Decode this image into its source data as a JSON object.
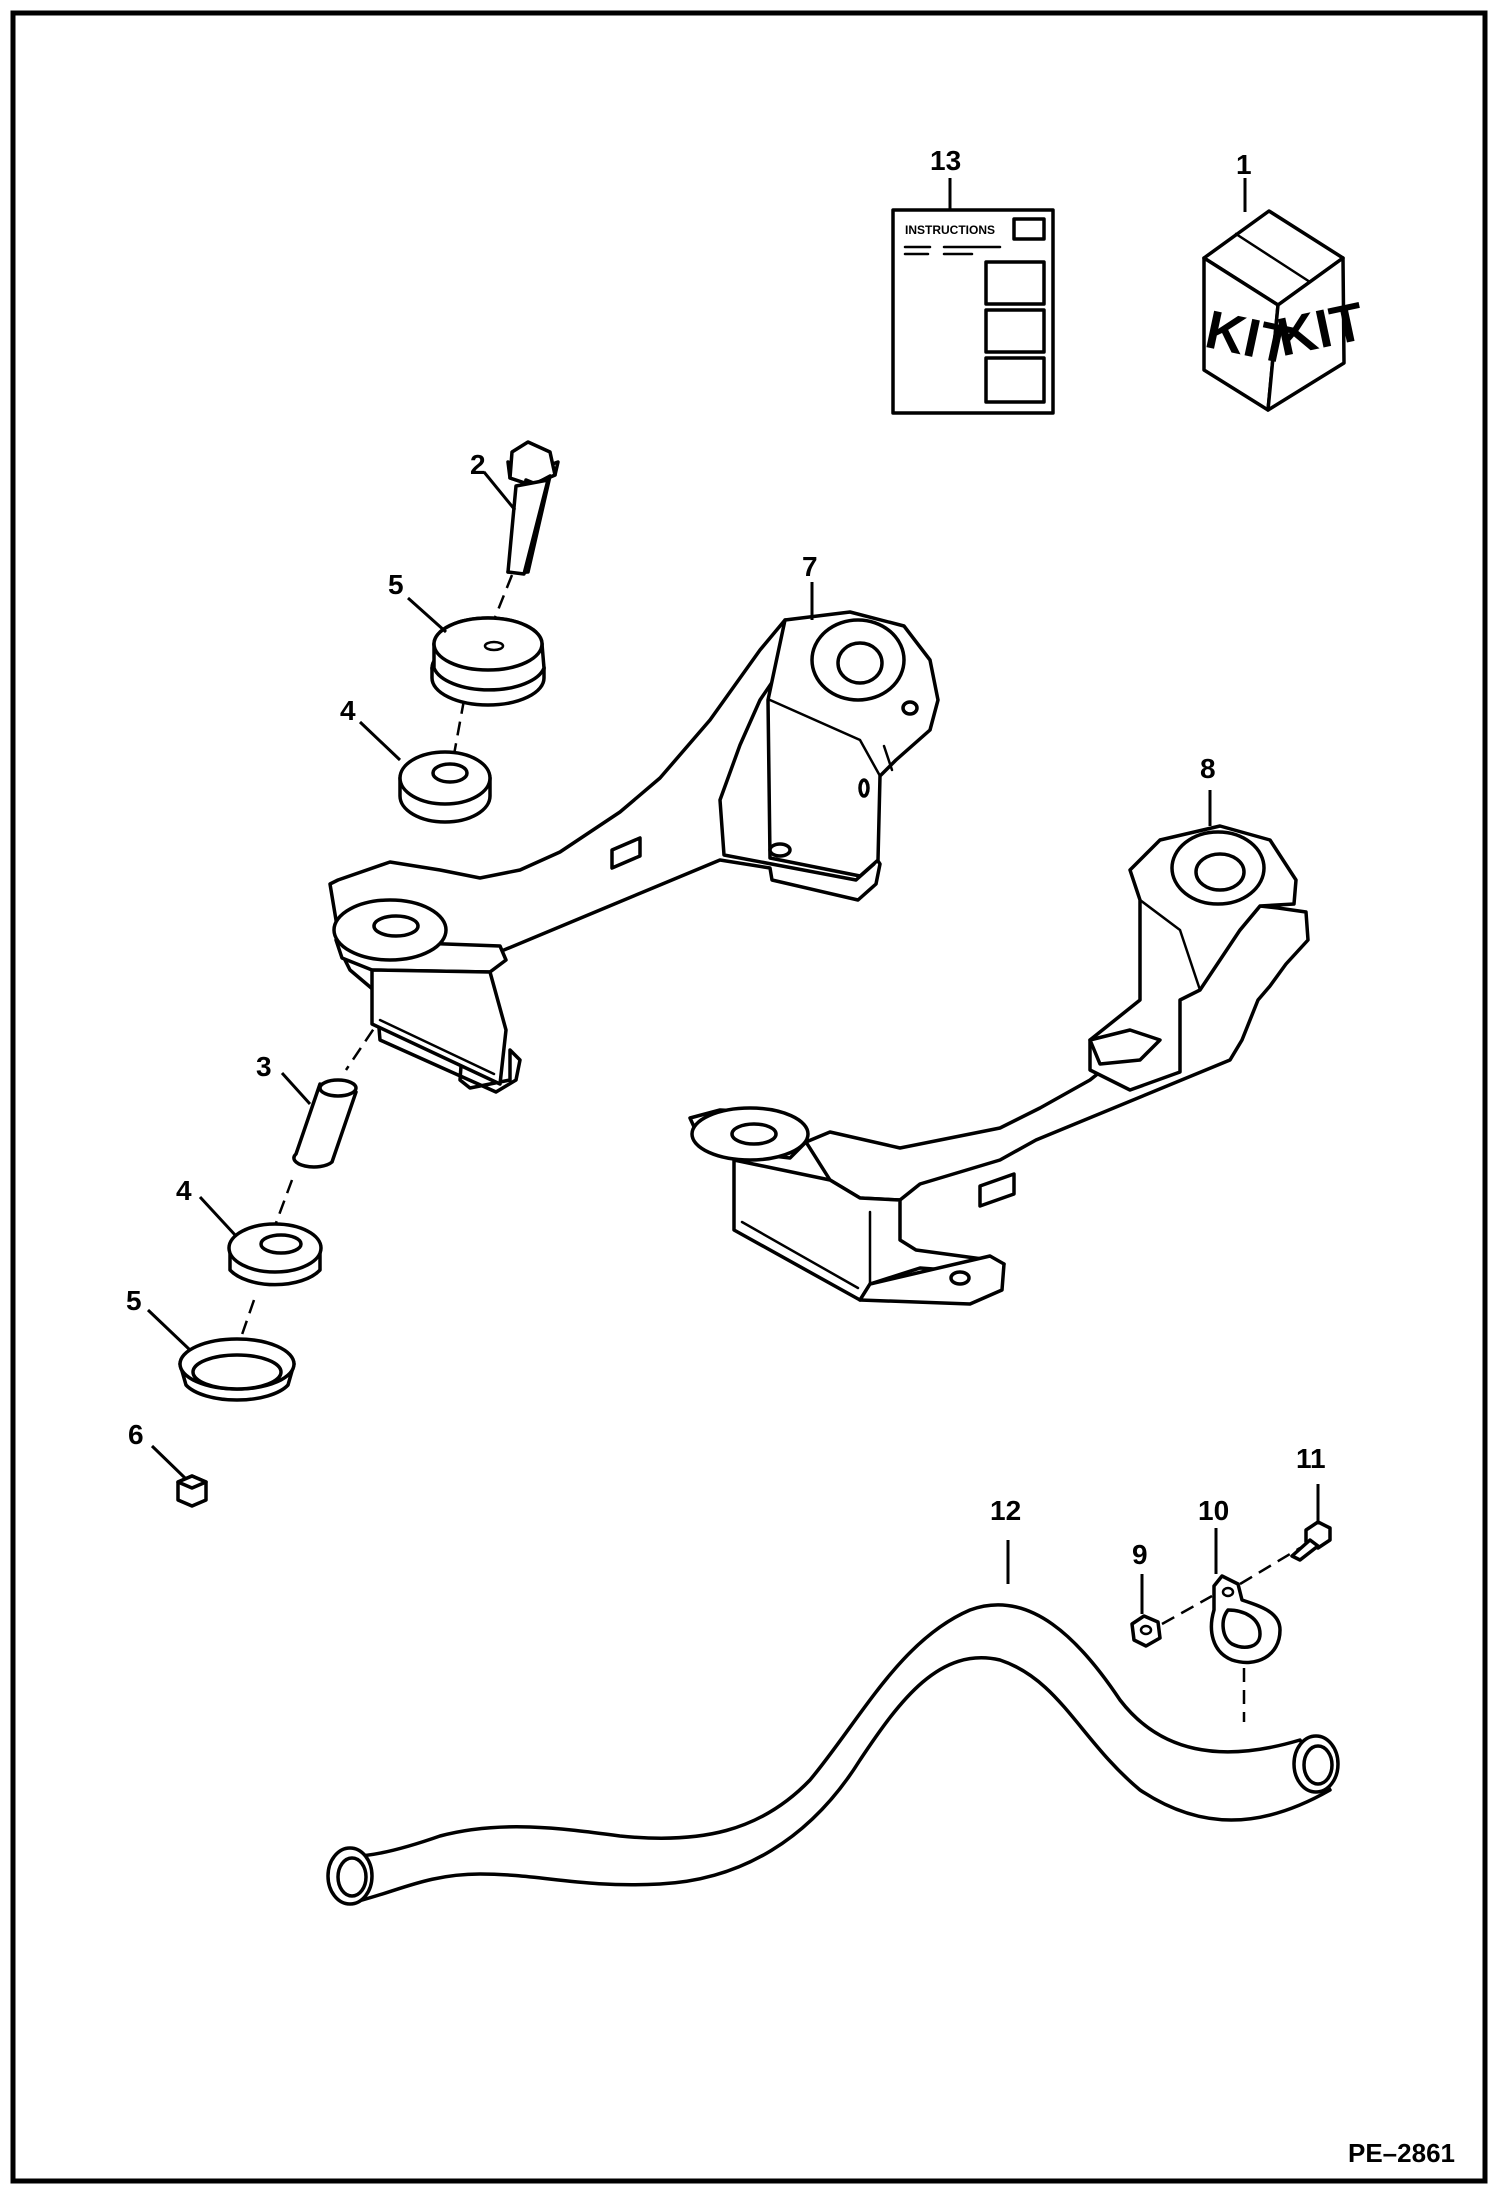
{
  "diagram": {
    "reference_code": "PE–2861",
    "instructions_sheet_title": "INSTRUCTIONS",
    "kit_box_label_left": "KIT",
    "kit_box_label_right": "KIT",
    "callouts": {
      "c1": "1",
      "c2": "2",
      "c3": "3",
      "c4a": "4",
      "c4b": "4",
      "c5a": "5",
      "c5b": "5",
      "c6": "6",
      "c7": "7",
      "c8": "8",
      "c9": "9",
      "c10": "10",
      "c11": "11",
      "c12": "12",
      "c13": "13"
    }
  }
}
